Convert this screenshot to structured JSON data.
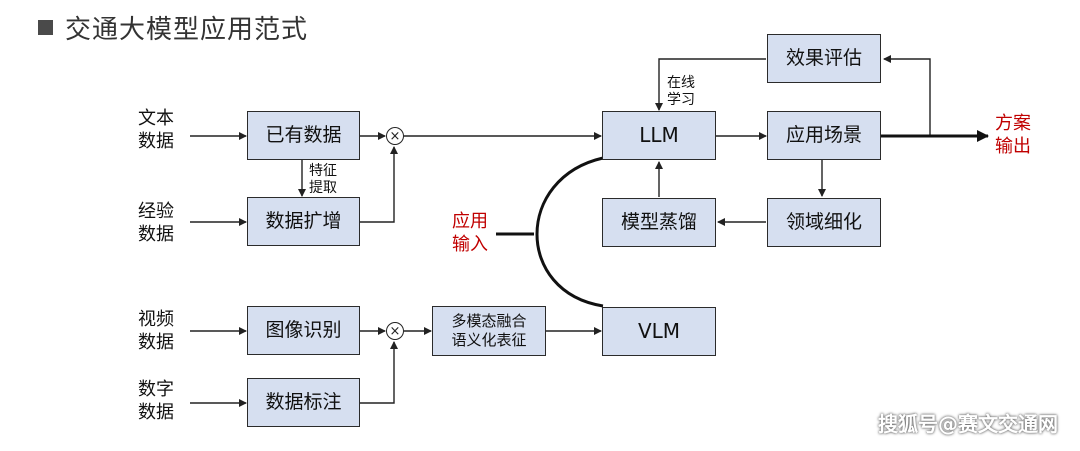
{
  "header": {
    "title": "交通大模型应用范式"
  },
  "inputs": {
    "text_data": "文本\n数据",
    "experience_data": "经验\n数据",
    "video_data": "视频\n数据",
    "digital_data": "数字\n数据",
    "app_input": "应用\n输入"
  },
  "boxes": {
    "existing_data": "已有数据",
    "data_augment": "数据扩增",
    "image_recognition": "图像识别",
    "data_annotation": "数据标注",
    "multimodal_fusion": "多模态融合\n语义化表征",
    "llm": "LLM",
    "vlm": "VLM",
    "effect_eval": "效果评估",
    "app_scenario": "应用场景",
    "model_distill": "模型蒸馏",
    "domain_refine": "领域细化"
  },
  "annotations": {
    "feature_extract": "特征\n提取",
    "online_learning": "在线\n学习"
  },
  "outputs": {
    "solution_output": "方案\n输出"
  },
  "symbols": {
    "multiply": "×"
  },
  "watermark": {
    "text": "搜狐号@赛文交通网"
  },
  "colors": {
    "box_fill": "#d6dff0",
    "accent_red": "#c00000",
    "line": "#222222"
  }
}
